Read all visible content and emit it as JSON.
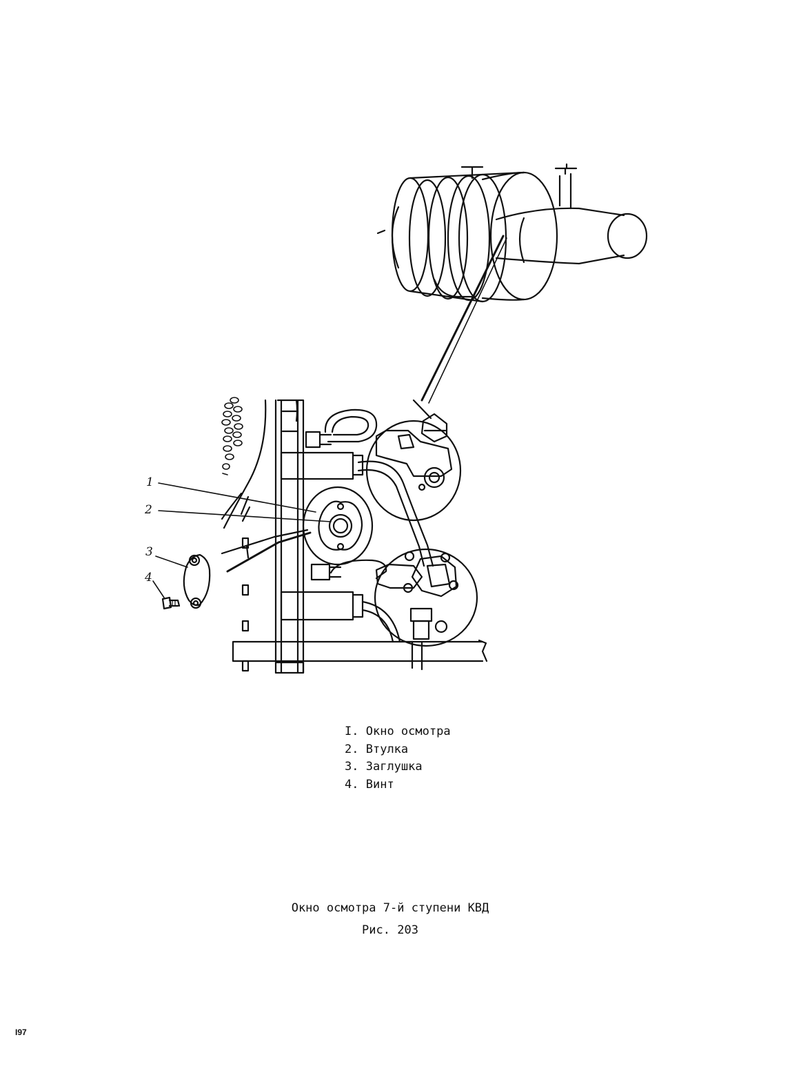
{
  "figure": {
    "callouts": [
      "1",
      "2",
      "3",
      "4"
    ]
  },
  "legend": [
    {
      "num": "I.",
      "text": "Окно осмотра"
    },
    {
      "num": "2.",
      "text": "Втулка"
    },
    {
      "num": "3.",
      "text": "Заглушка"
    },
    {
      "num": "4.",
      "text": "Винт"
    }
  ],
  "caption": {
    "title": "Окно осмотра 7-й ступени КВД",
    "figure_label": "Рис. 203"
  },
  "page_number": "I97"
}
